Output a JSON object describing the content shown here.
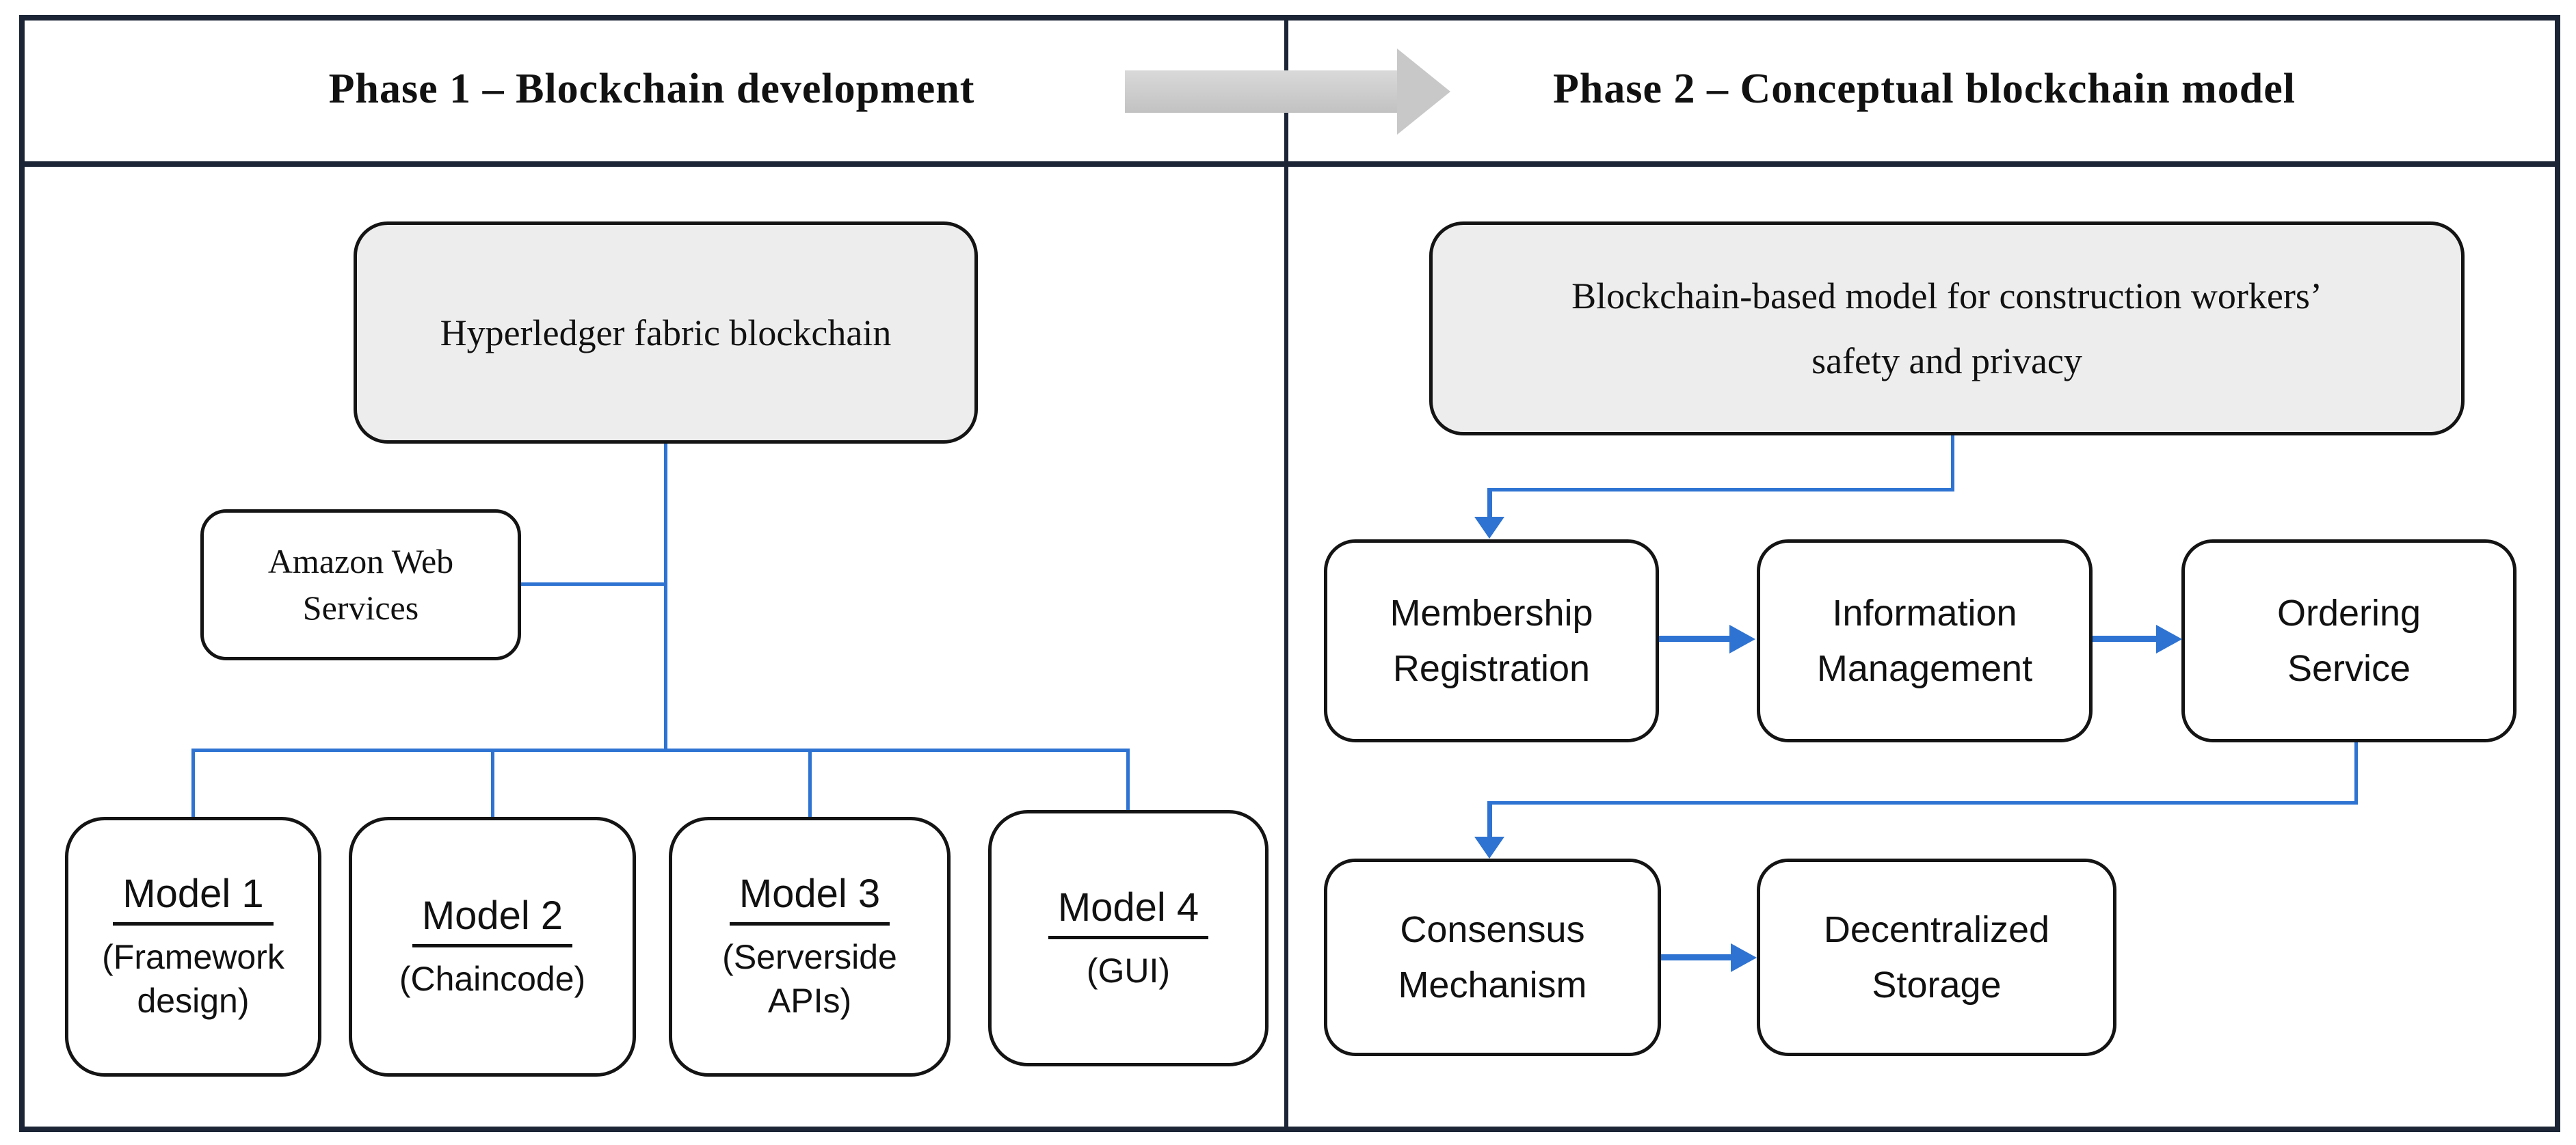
{
  "phase1": {
    "title": "Phase 1 – Blockchain development",
    "root": "Hyperledger fabric blockchain",
    "aws": "Amazon Web Services",
    "models": [
      {
        "title": "Model 1",
        "subtitle": "(Framework design)"
      },
      {
        "title": "Model 2",
        "subtitle": "(Chaincode)"
      },
      {
        "title": "Model 3",
        "subtitle": "(Serverside APIs)"
      },
      {
        "title": "Model 4",
        "subtitle": "(GUI)"
      }
    ]
  },
  "phase2": {
    "title": "Phase 2 – Conceptual blockchain model",
    "root_line1": "Blockchain-based model for construction workers’",
    "root_line2": "safety and privacy",
    "flow_top": [
      "Membership Registration",
      "Information Management",
      "Ordering Service"
    ],
    "flow_bottom": [
      "Consensus Mechanism",
      "Decentralized Storage"
    ]
  },
  "icons": {
    "phase_transition": "right-arrow"
  },
  "colors": {
    "frame_border": "#1b2536",
    "node_border": "#141414",
    "gray_fill": "#ededed",
    "blue": "#2e73d2",
    "arrow_gray": "#c8c8c8"
  }
}
